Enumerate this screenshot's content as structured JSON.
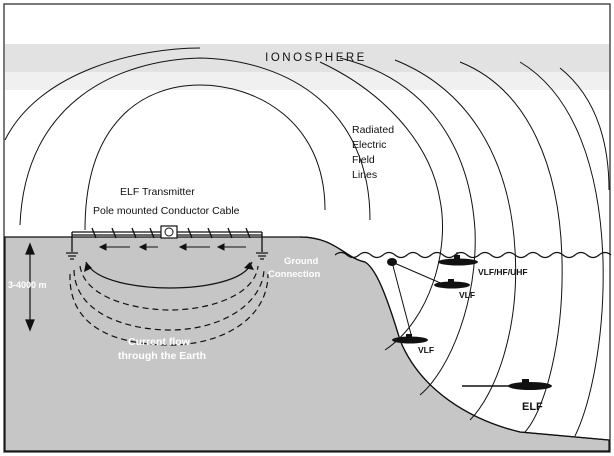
{
  "labels": {
    "ionosphere": "IONOSPHERE",
    "radiated_line1": "Radiated",
    "radiated_line2": "Electric",
    "radiated_line3": "Field",
    "radiated_line4": "Lines",
    "elf_transmitter": "ELF Transmitter",
    "pole_cable": "Pole mounted Conductor Cable",
    "ground_line1": "Ground",
    "ground_line2": "Connection",
    "depth": "3-4000 m",
    "current_line1": "Current flow",
    "current_line2": "through the Earth",
    "vlf_hf_uhf": "VLF/HF/UHF",
    "vlf_upper": "VLF",
    "vlf_lower": "VLF",
    "elf": "ELF"
  },
  "colors": {
    "ionosphere_band": "#e2e2e2",
    "earth": "#c6c6c6",
    "sea": "#ffffff",
    "line": "#111111",
    "white_text": "#ffffff"
  }
}
